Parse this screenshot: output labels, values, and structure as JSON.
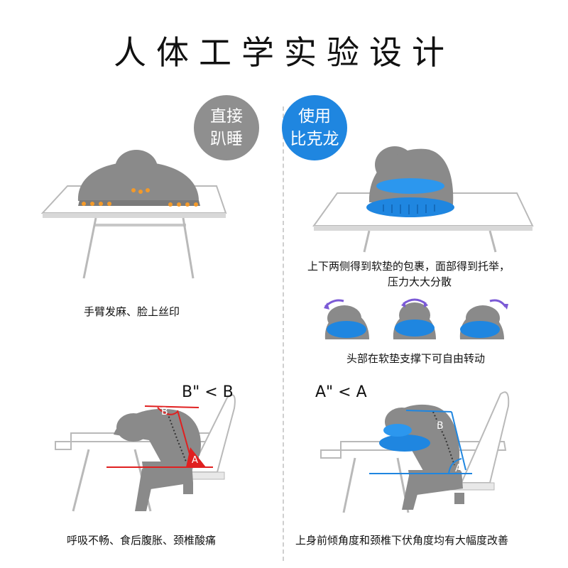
{
  "title": "人体工学实验设计",
  "badges": {
    "left": [
      "直接",
      "趴睡"
    ],
    "right": [
      "使用",
      "比克龙"
    ]
  },
  "captions": {
    "top_left": "手臂发麻、脸上丝印",
    "top_right_line1": "上下两侧得到软垫的包裹，面部得到托举，",
    "top_right_line2": "压力大大分散",
    "middle_right": "头部在软垫支撑下可自由转动",
    "bottom_left": "呼吸不畅、食后腹胀、颈椎酸痛",
    "bottom_right": "上身前倾角度和颈椎下伏角度均有大幅度改善"
  },
  "formulas": {
    "left": "B\" < B",
    "right": "A\" < A"
  },
  "angle_labels": {
    "left_top": "B",
    "left_bottom": "A\"",
    "right_top": "B",
    "right_bottom": "A"
  },
  "colors": {
    "pillow_blue": "#1f86e0",
    "badge_gray": "#8f8f8f",
    "figure_gray": "#8a8a8a",
    "pressure_orange": "#f39a2a",
    "angle_red": "#e02020"
  }
}
